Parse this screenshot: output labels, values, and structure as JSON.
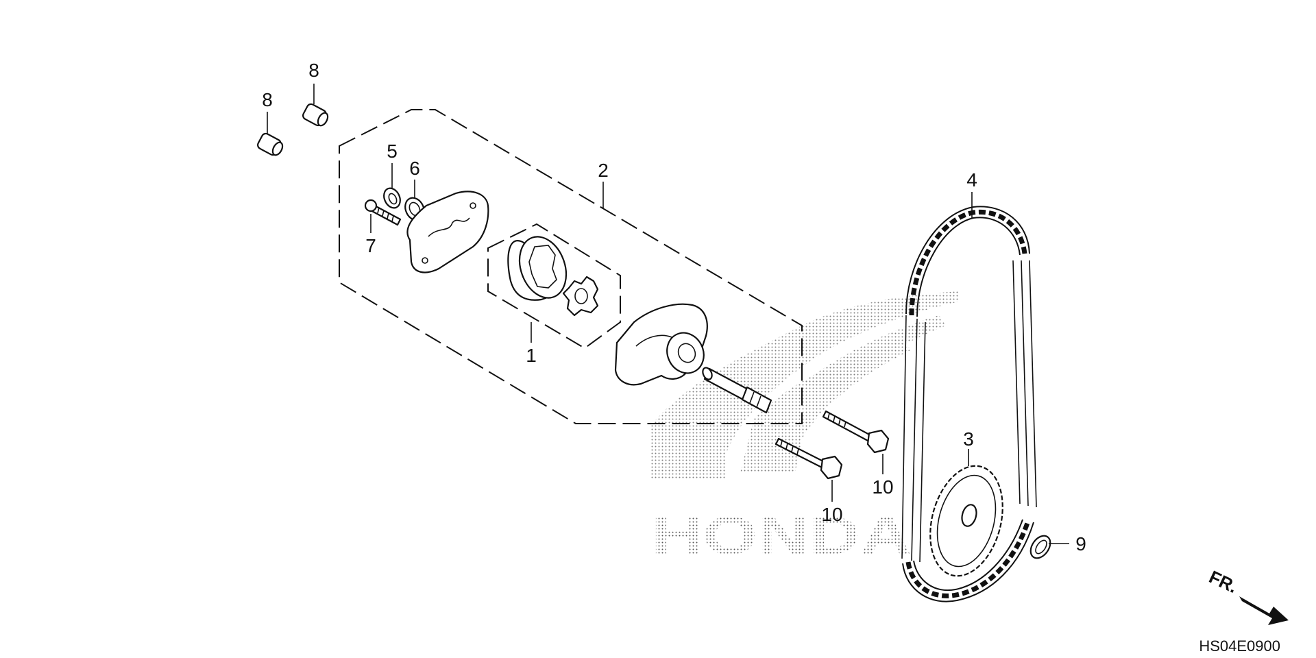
{
  "diagram": {
    "callouts": {
      "c1": "1",
      "c2": "2",
      "c3": "3",
      "c4": "4",
      "c5": "5",
      "c6": "6",
      "c7": "7",
      "c8a": "8",
      "c8b": "8",
      "c9": "9",
      "c10a": "10",
      "c10b": "10"
    },
    "watermark": "HONDA",
    "direction_label": "FR.",
    "diagram_code": "HS04E0900"
  }
}
